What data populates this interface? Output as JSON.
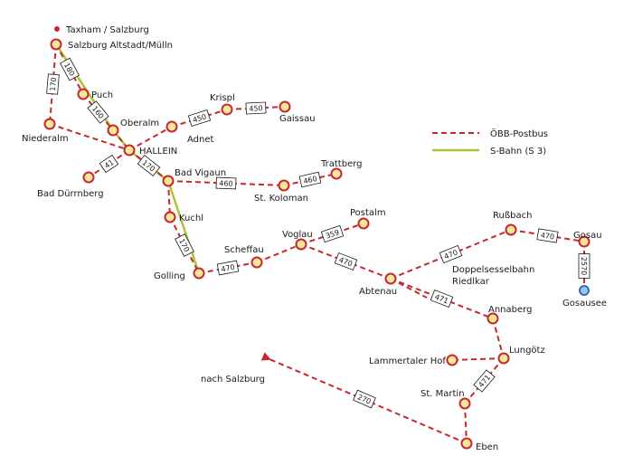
{
  "colors": {
    "bus": "#c8282d",
    "sbahn": "#a9c53a",
    "stop_fill": "#f6e89a",
    "stop_stroke": "#c8282d",
    "terminus_fill": "#2f6fb6",
    "terminus_fill_inner": "#9ec2ea"
  },
  "legend": {
    "bus_label": "ÖBB-Postbus",
    "sbahn_label": "S-Bahn (S 3)"
  },
  "direction_label": "nach Salzburg",
  "stops": [
    {
      "id": "taxham",
      "name": "Taxham / Salzburg"
    },
    {
      "id": "altstadt",
      "name": "Salzburg Altstadt/Mülln"
    },
    {
      "id": "puch",
      "name": "Puch"
    },
    {
      "id": "oberalm",
      "name": "Oberalm"
    },
    {
      "id": "niederalm",
      "name": "Niederalm"
    },
    {
      "id": "hallein",
      "name": "HALLEIN"
    },
    {
      "id": "badduerrnberg",
      "name": "Bad Dürrnberg"
    },
    {
      "id": "adnet",
      "name": "Adnet"
    },
    {
      "id": "krispl",
      "name": "Krispl"
    },
    {
      "id": "gaissau",
      "name": "Gaissau"
    },
    {
      "id": "badvigaun",
      "name": "Bad Vigaun"
    },
    {
      "id": "stkoloman",
      "name": "St. Koloman"
    },
    {
      "id": "trattberg",
      "name": "Trattberg"
    },
    {
      "id": "kuchl",
      "name": "Kuchl"
    },
    {
      "id": "golling",
      "name": "Golling"
    },
    {
      "id": "scheffau",
      "name": "Scheffau"
    },
    {
      "id": "voglau",
      "name": "Voglau"
    },
    {
      "id": "postalm",
      "name": "Postalm"
    },
    {
      "id": "abtenau",
      "name": "Abtenau"
    },
    {
      "id": "doppelsessel",
      "name": "Doppelsesselbahn Riedlkar"
    },
    {
      "id": "russbach",
      "name": "Rußbach"
    },
    {
      "id": "gosau",
      "name": "Gosau"
    },
    {
      "id": "gosausee",
      "name": "Gosausee"
    },
    {
      "id": "annaberg",
      "name": "Annaberg"
    },
    {
      "id": "lunggoetz",
      "name": "Lungötz"
    },
    {
      "id": "lammertaler",
      "name": "Lammertaler Hof"
    },
    {
      "id": "stmartin",
      "name": "St. Martin"
    },
    {
      "id": "eben",
      "name": "Eben"
    }
  ],
  "bus_segments": [
    {
      "from": "altstadt",
      "to": "puch",
      "line": "180"
    },
    {
      "from": "puch",
      "to": "oberalm",
      "line": "160"
    },
    {
      "from": "oberalm",
      "to": "hallein",
      "line": ""
    },
    {
      "from": "altstadt",
      "to": "niederalm",
      "line": "170"
    },
    {
      "from": "niederalm",
      "to": "hallein",
      "line": ""
    },
    {
      "from": "hallein",
      "to": "badduerrnberg",
      "line": "41"
    },
    {
      "from": "hallein",
      "to": "adnet",
      "line": ""
    },
    {
      "from": "adnet",
      "to": "krispl",
      "line": "450"
    },
    {
      "from": "krispl",
      "to": "gaissau",
      "line": "450"
    },
    {
      "from": "hallein",
      "to": "badvigaun",
      "line": "170"
    },
    {
      "from": "badvigaun",
      "to": "stkoloman",
      "line": "460"
    },
    {
      "from": "stkoloman",
      "to": "trattberg",
      "line": "460"
    },
    {
      "from": "badvigaun",
      "to": "kuchl",
      "line": ""
    },
    {
      "from": "kuchl",
      "to": "golling",
      "line": "170"
    },
    {
      "from": "golling",
      "to": "scheffau",
      "line": "470"
    },
    {
      "from": "scheffau",
      "to": "voglau",
      "line": ""
    },
    {
      "from": "voglau",
      "to": "postalm",
      "line": "359"
    },
    {
      "from": "voglau",
      "to": "abtenau",
      "line": "470"
    },
    {
      "from": "abtenau",
      "to": "russbach",
      "line": "470"
    },
    {
      "from": "russbach",
      "to": "gosau",
      "line": "470"
    },
    {
      "from": "gosau",
      "to": "gosausee",
      "line": "2570"
    },
    {
      "from": "abtenau",
      "to": "annaberg",
      "line": "471"
    },
    {
      "from": "annaberg",
      "to": "lunggoetz",
      "line": ""
    },
    {
      "from": "lunggoetz",
      "to": "lammertaler",
      "line": ""
    },
    {
      "from": "lunggoetz",
      "to": "stmartin",
      "line": "471"
    },
    {
      "from": "stmartin",
      "to": "eben",
      "line": ""
    }
  ],
  "branch_to_doppelsessel": {
    "from_stop": "abtenau",
    "label_stop": "doppelsessel"
  },
  "eben_to_salzburg_line": "270",
  "sbahn_path": [
    "altstadt",
    "oberalm",
    "hallein",
    "badvigaun",
    "golling"
  ]
}
